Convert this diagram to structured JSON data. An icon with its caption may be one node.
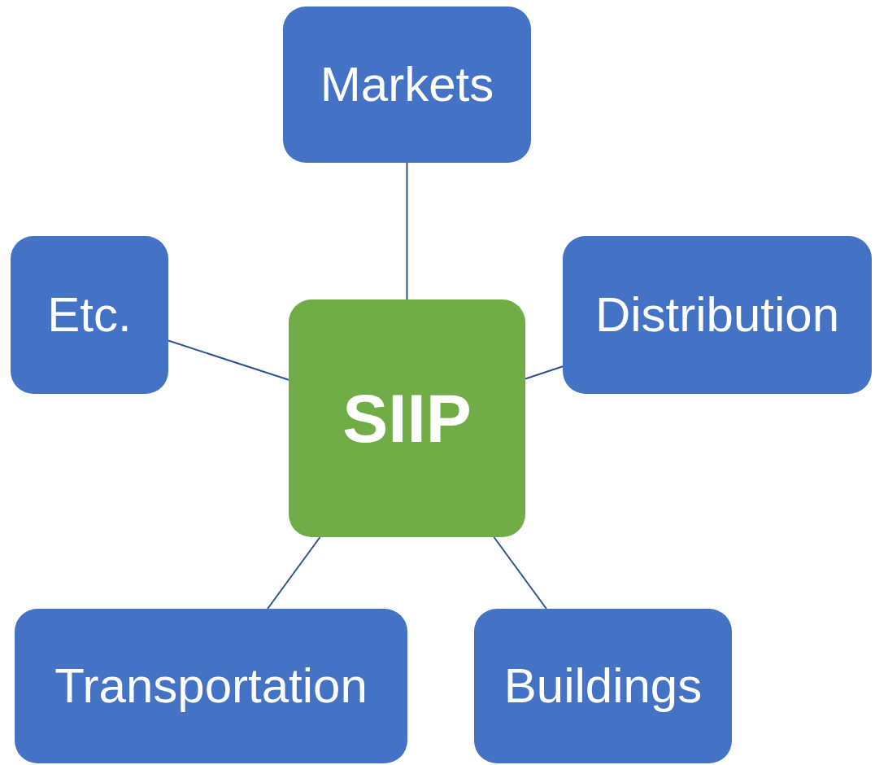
{
  "diagram": {
    "nodes": [
      {
        "text": [
          "Markets"
        ]
      },
      {
        "text": [
          "Etc."
        ]
      },
      {
        "text": [
          "Distribution"
        ]
      },
      {
        "text": [
          "SIIP"
        ]
      },
      {
        "text": [
          "Transportation"
        ]
      },
      {
        "text": [
          "Buildings"
        ]
      }
    ],
    "edges": [
      {
        "from": 3,
        "to": 0,
        "arrow": "none"
      },
      {
        "from": 3,
        "to": 1,
        "arrow": "none"
      },
      {
        "from": 3,
        "to": 2,
        "arrow": "none"
      },
      {
        "from": 3,
        "to": 4,
        "arrow": "none"
      },
      {
        "from": 3,
        "to": 5,
        "arrow": "none"
      }
    ]
  }
}
